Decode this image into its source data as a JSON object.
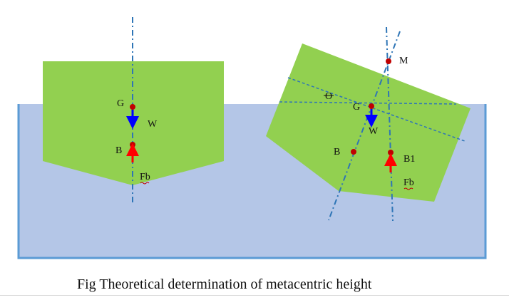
{
  "diagram": {
    "upright": {
      "G": "G",
      "W": "W",
      "B": "B",
      "Fb": "Fb"
    },
    "heeled": {
      "M": "M",
      "O": "O",
      "G": "G",
      "W": "W",
      "B": "B",
      "B1": "B1",
      "Fb": "Fb"
    }
  },
  "caption": "Fig Theoretical determination of metacentric height",
  "colors": {
    "water": "#b4c6e7",
    "water_border": "#5b9bd5",
    "hull": "#92d050",
    "point": "#c00000",
    "weight_arrow": "#0000ff",
    "buoyancy_arrow": "#ff0000",
    "axis_line": "#2e75b6"
  }
}
